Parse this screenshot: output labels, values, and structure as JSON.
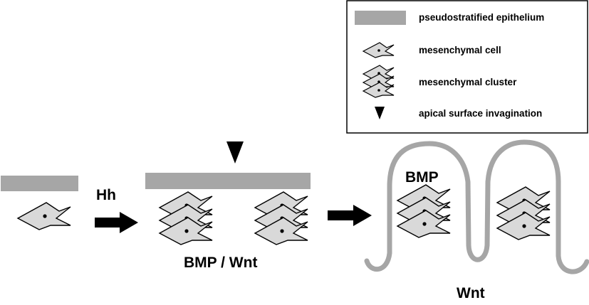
{
  "legend": {
    "items": [
      {
        "icon": "epithelium-bar-icon",
        "label": "pseudostratified epithelium"
      },
      {
        "icon": "mesenchymal-cell-icon",
        "label": "mesenchymal cell"
      },
      {
        "icon": "mesenchymal-cluster-icon",
        "label": "mesenchymal cluster"
      },
      {
        "icon": "down-triangle-icon",
        "label": "apical surface invagination"
      }
    ]
  },
  "labels": {
    "hh": "Hh",
    "bmp_wnt": "BMP / Wnt",
    "bmp": "BMP",
    "wnt": "Wnt"
  },
  "colors": {
    "epithelium": "#a6a6a6",
    "cell_fill": "#d9d9d9",
    "outline": "#000000"
  }
}
